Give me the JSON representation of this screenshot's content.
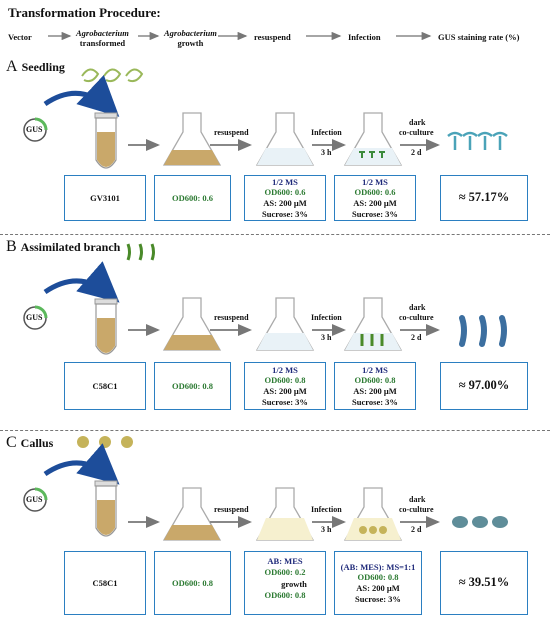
{
  "title": "Transformation Procedure:",
  "header_steps": {
    "vector": "Vector",
    "agro": "Agrobacterium",
    "transformed": "transformed",
    "agro2": "Agrobacterium",
    "growth": "growth",
    "resuspend": "resuspend",
    "infection": "Infection",
    "gus_rate": "GUS staining rate (%)"
  },
  "gus_label": "GUS",
  "resuspend_label": "resuspend",
  "infection_label": "Infection",
  "infection_time": "3 h",
  "dark_label": "dark",
  "coculture_label": "co-culture",
  "coculture_time": "2 d",
  "sections": [
    {
      "letter": "A",
      "name": "Seedling",
      "strain": "GV3101",
      "growth_od": "OD600: 0.6",
      "resuspend_lines": [
        "1/2 MS",
        "OD600: 0.6",
        "AS: 200 μM",
        "Sucrose: 3%"
      ],
      "infection_lines": [
        "1/2 MS",
        "OD600: 0.6",
        "AS: 200 μM",
        "Sucrose: 3%"
      ],
      "rate": "≈ 57.17%"
    },
    {
      "letter": "B",
      "name": "Assimilated branch",
      "strain": "C58C1",
      "growth_od": "OD600: 0.8",
      "resuspend_lines": [
        "1/2 MS",
        "OD600: 0.8",
        "AS: 200 μM",
        "Sucrose: 3%"
      ],
      "infection_lines": [
        "1/2 MS",
        "OD600: 0.8",
        "AS: 200 μM",
        "Sucrose: 3%"
      ],
      "rate": "≈ 97.00%"
    },
    {
      "letter": "C",
      "name": "Callus",
      "strain": "C58C1",
      "growth_od": "OD600: 0.8",
      "resuspend_lines": [
        "AB: MES",
        "OD600: 0.2",
        "growth",
        "OD600: 0.8"
      ],
      "infection_lines": [
        "(AB: MES): MS=1:1",
        "OD600: 0.8",
        "AS: 200 μM",
        "Sucrose: 3%"
      ],
      "rate": "≈ 39.51%"
    }
  ],
  "colors": {
    "box_border": "#2b7fc1",
    "culture": "#c9a86a",
    "navy_text": "#1f2a7a",
    "green_text": "#2c7a32",
    "plasmid_arrow": "#1d4d9a",
    "gus_stain": "#3c7fa6"
  },
  "icons": [
    "plasmid-icon",
    "tube-icon",
    "flask-icon",
    "seedling-icon",
    "branch-icon",
    "callus-icon"
  ]
}
